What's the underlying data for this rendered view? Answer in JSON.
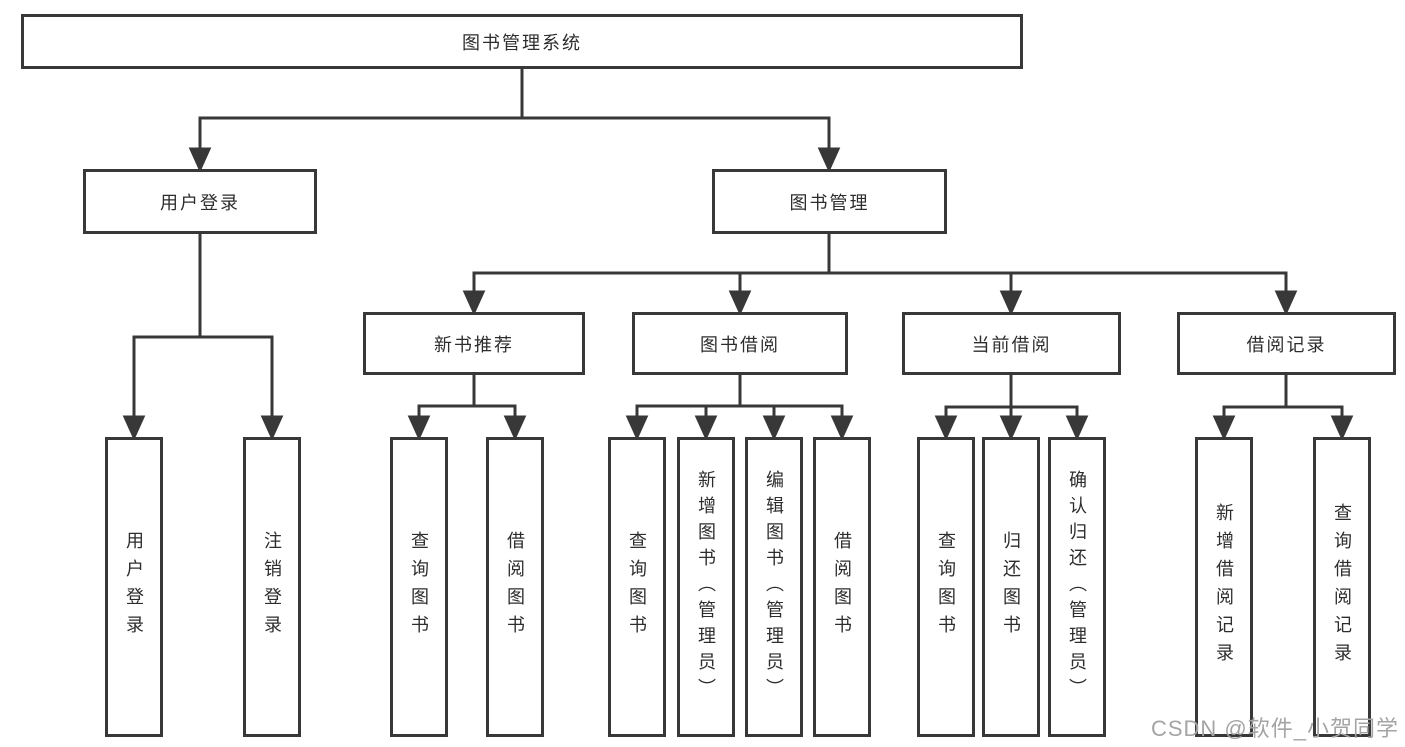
{
  "diagram": {
    "type": "hierarchy-tree",
    "colors": {
      "background": "#ffffff",
      "line": "#383838",
      "box_border": "#383838",
      "text": "#2d2d2d",
      "watermark": "#a4a4a4"
    },
    "nodes": {
      "root": "图书管理系统",
      "user_login": "用户登录",
      "book_management": "图书管理",
      "new_book_recommendation": "新书推荐",
      "book_borrowing": "图书借阅",
      "current_borrowing": "当前借阅",
      "borrowing_records": "借阅记录"
    },
    "leaves": {
      "login_user_login": "用户登录",
      "login_logout": "注销登录",
      "rec_query_books": "查询图书",
      "rec_borrow_books": "借阅图书",
      "bor_query_books": "查询图书",
      "bor_add_books": "新增图书（管理员）",
      "bor_edit_books": "编辑图书（管理员）",
      "bor_borrow_books": "借阅图书",
      "cur_query_books": "查询图书",
      "cur_return_books": "归还图书",
      "cur_confirm_return": "确认归还（管理员）",
      "log_add_record": "新增借阅记录",
      "log_query_record": "查询借阅记录"
    },
    "hierarchy": {
      "图书管理系统": {
        "用户登录": [
          "用户登录",
          "注销登录"
        ],
        "图书管理": {
          "新书推荐": [
            "查询图书",
            "借阅图书"
          ],
          "图书借阅": [
            "查询图书",
            "新增图书（管理员）",
            "编辑图书（管理员）",
            "借阅图书"
          ],
          "当前借阅": [
            "查询图书",
            "归还图书",
            "确认归还（管理员）"
          ],
          "借阅记录": [
            "新增借阅记录",
            "查询借阅记录"
          ]
        }
      }
    },
    "watermark": "CSDN @软件_小贺同学"
  }
}
